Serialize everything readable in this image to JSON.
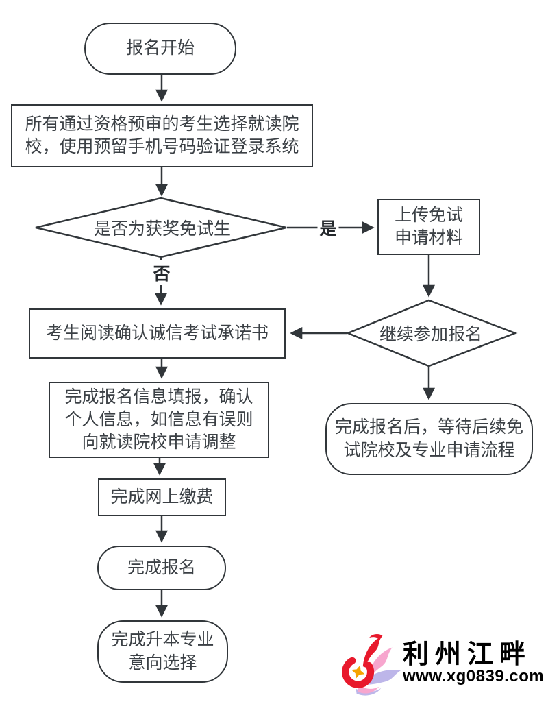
{
  "colors": {
    "stroke": "#31363a",
    "text": "#3b4045",
    "background": "#ffffff",
    "logo_red": "#e8192c",
    "logo_pink": "#f7a6ce",
    "logo_lavender": "#bdb6e9",
    "logo_gold": "#f5a400",
    "logo_text": "#000000"
  },
  "flow": {
    "nodes": {
      "start": {
        "label": "报名开始"
      },
      "login": {
        "lines": [
          "所有通过资格预审的考生选择就读院",
          "校，使用预留手机号码验证登录系统"
        ]
      },
      "decision_exempt": {
        "label": "是否为获奖免试生"
      },
      "upload_materials": {
        "lines": [
          "上传免试",
          "申请材料"
        ]
      },
      "decision_continue": {
        "label": "继续参加报名"
      },
      "promise": {
        "label": "考生阅读确认诚信考试承诺书"
      },
      "fill_info": {
        "lines": [
          "完成报名信息填报，确认",
          "个人信息，如信息有误则",
          "向就读院校申请调整"
        ]
      },
      "pay": {
        "label": "完成网上缴费"
      },
      "finish": {
        "label": "完成报名"
      },
      "major_intent": {
        "lines": [
          "完成升本专业",
          "意向选择"
        ]
      },
      "exempt_wait": {
        "lines": [
          "完成报名后，等待后续免",
          "试院校及专业申请流程"
        ]
      }
    },
    "edge_labels": {
      "yes": "是",
      "no": "否"
    }
  },
  "watermark": {
    "site_name": "利州江畔",
    "site_url": "www.xg0839.com"
  }
}
